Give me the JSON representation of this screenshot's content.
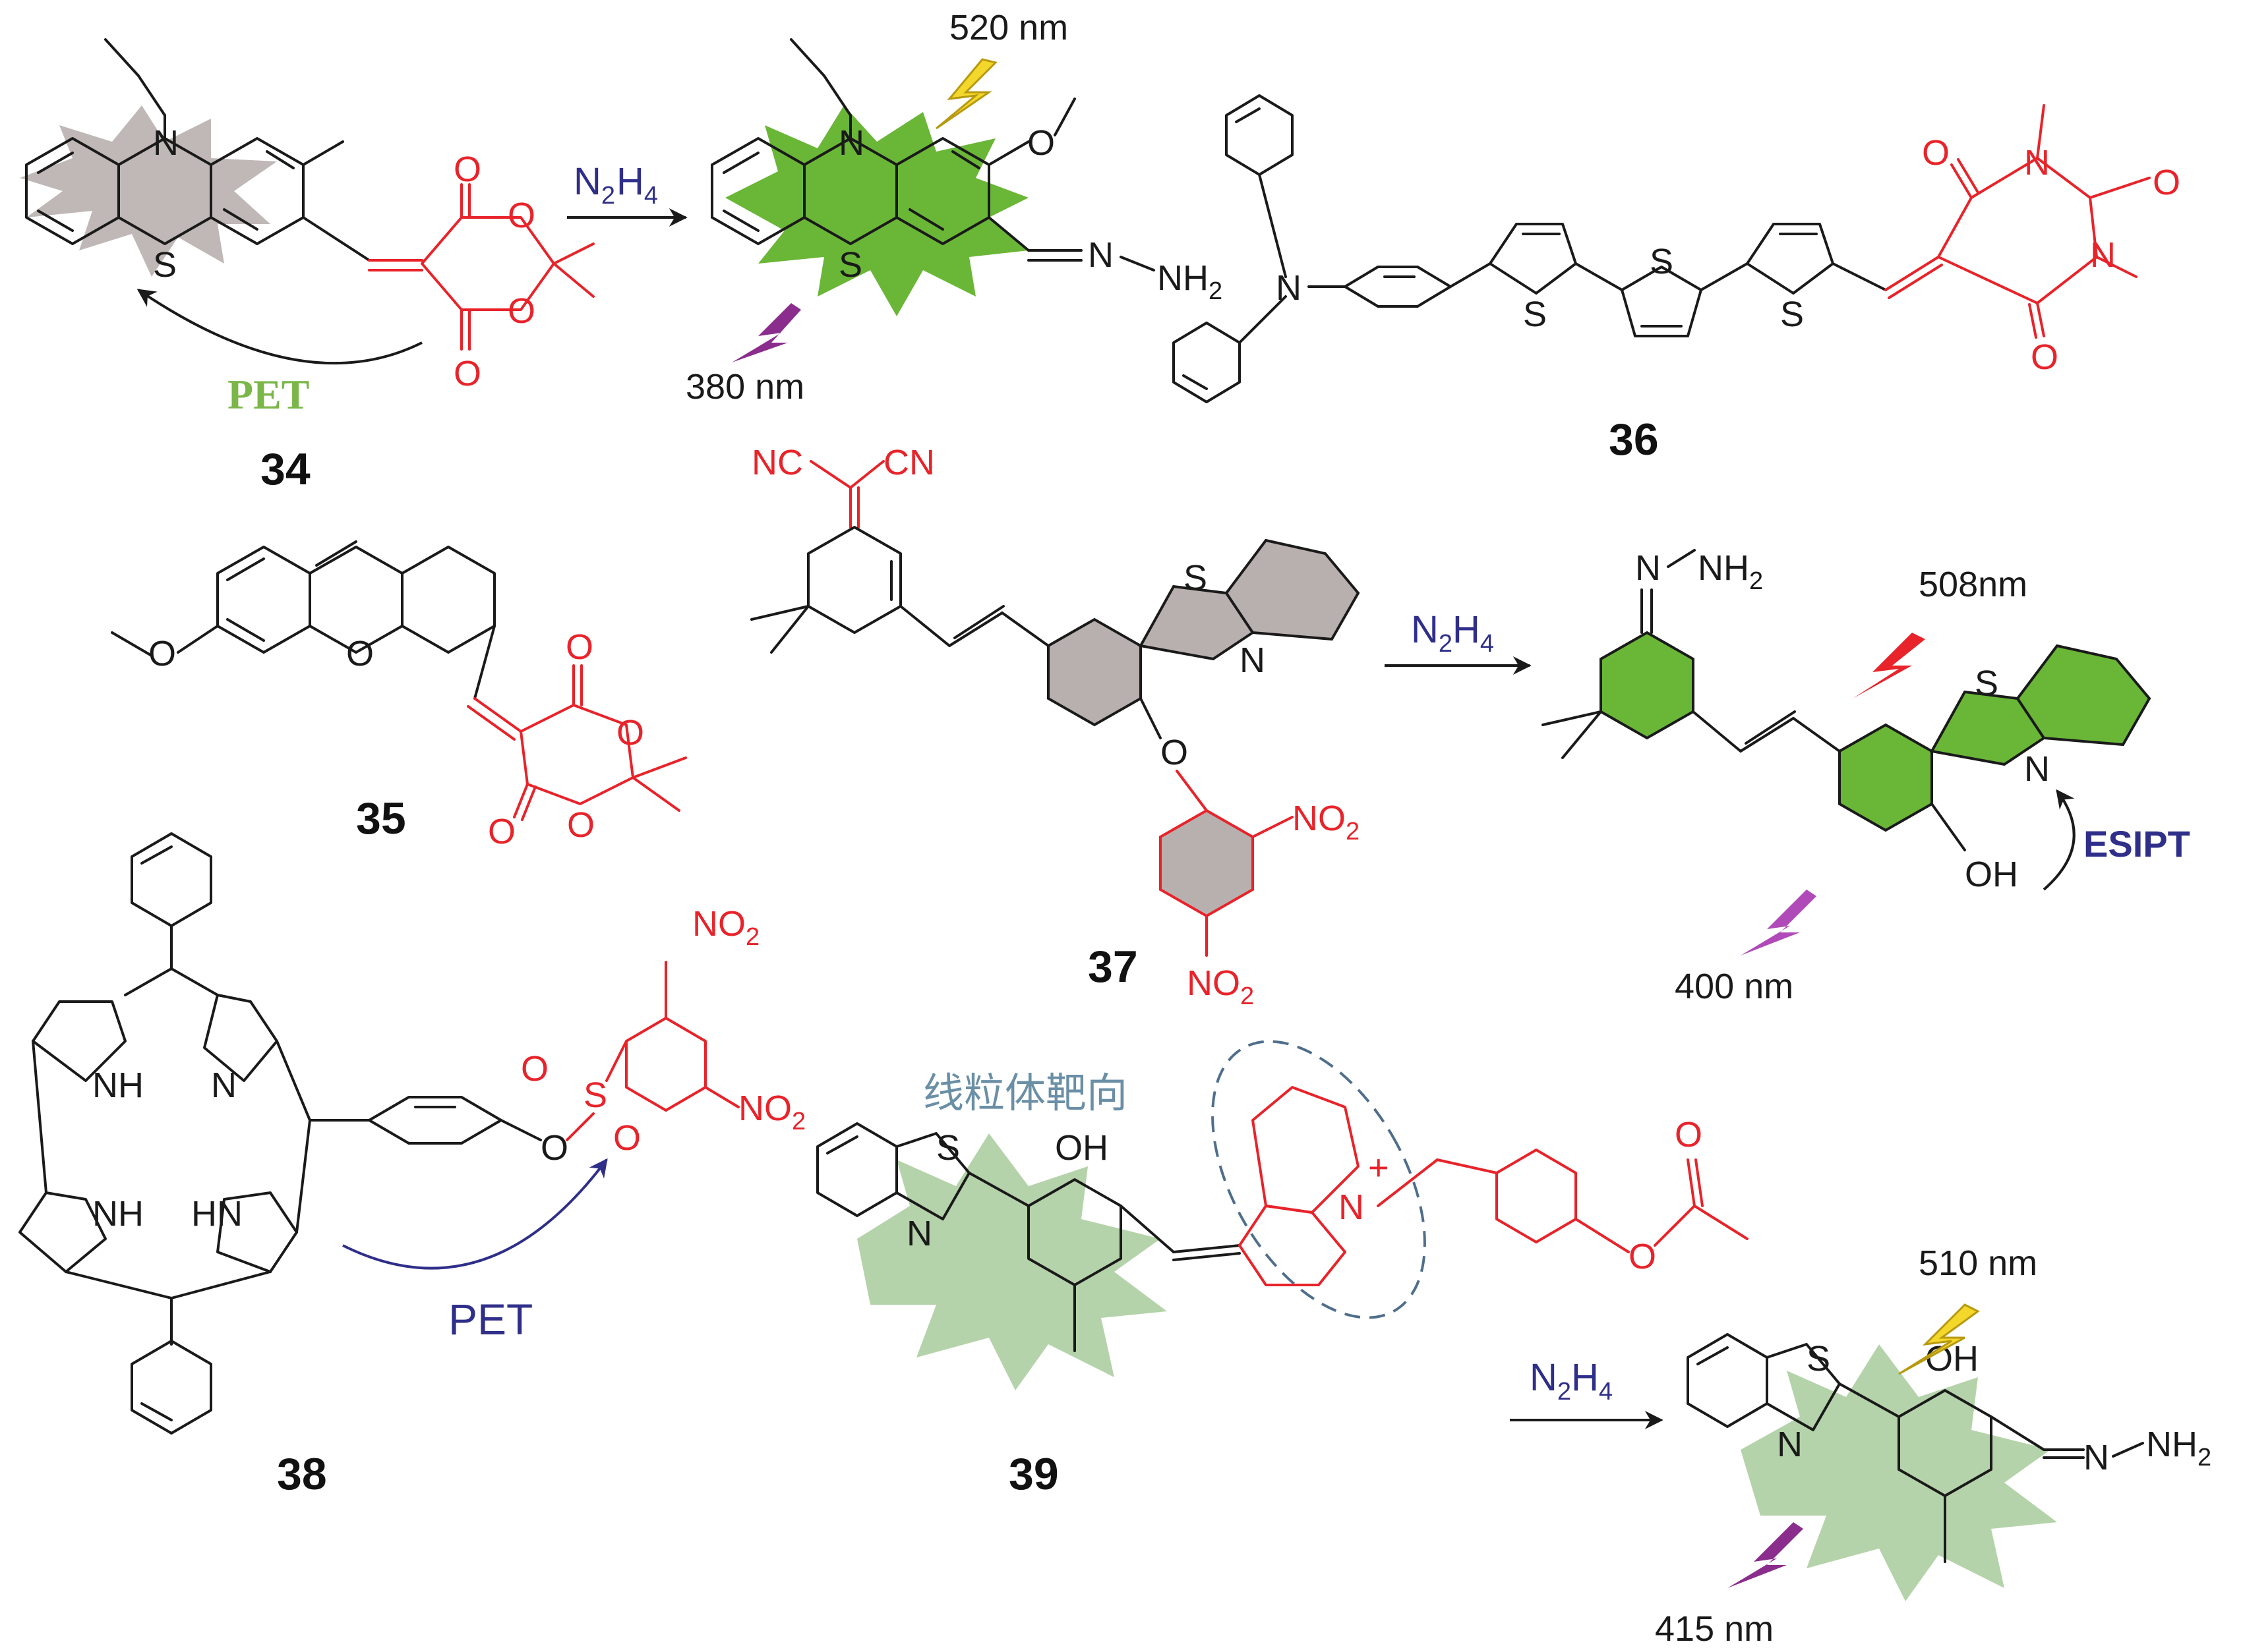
{
  "compounds": {
    "c34": "34",
    "c35": "35",
    "c36": "36",
    "c37": "37",
    "c38": "38",
    "c39": "39"
  },
  "reagents": {
    "r1": "N2H4",
    "r2": "N2H4",
    "r3": "N2H4"
  },
  "mechanisms": {
    "pet_34": "PET",
    "pet_38": "PET",
    "esipt_37": "ESIPT"
  },
  "wavelengths": {
    "em_34": "520 nm",
    "ex_34": "380 nm",
    "em_37": "508nm",
    "ex_37": "400 nm",
    "em_39": "510 nm",
    "ex_39": "415 nm"
  },
  "annotation_39": "线粒体靶向",
  "atoms": {
    "N": "N",
    "S": "S",
    "O": "O",
    "NH": "NH",
    "HN": "HN",
    "OH": "OH",
    "NH2": "NH",
    "NO2": "NO",
    "CN": "CN",
    "NC": "NC",
    "sub2": "2",
    "sub4": "4",
    "plus": "+"
  },
  "colors": {
    "reactive_group": "#e8232a",
    "fluorescent_on": "#6ab637",
    "quenched": "#b8b0ae",
    "emission_yellow": "#f3d72a",
    "emission_red": "#e8232a",
    "excitation_purple": "#8a2d8c",
    "mechanism_arrow": "#2f2f8a"
  }
}
